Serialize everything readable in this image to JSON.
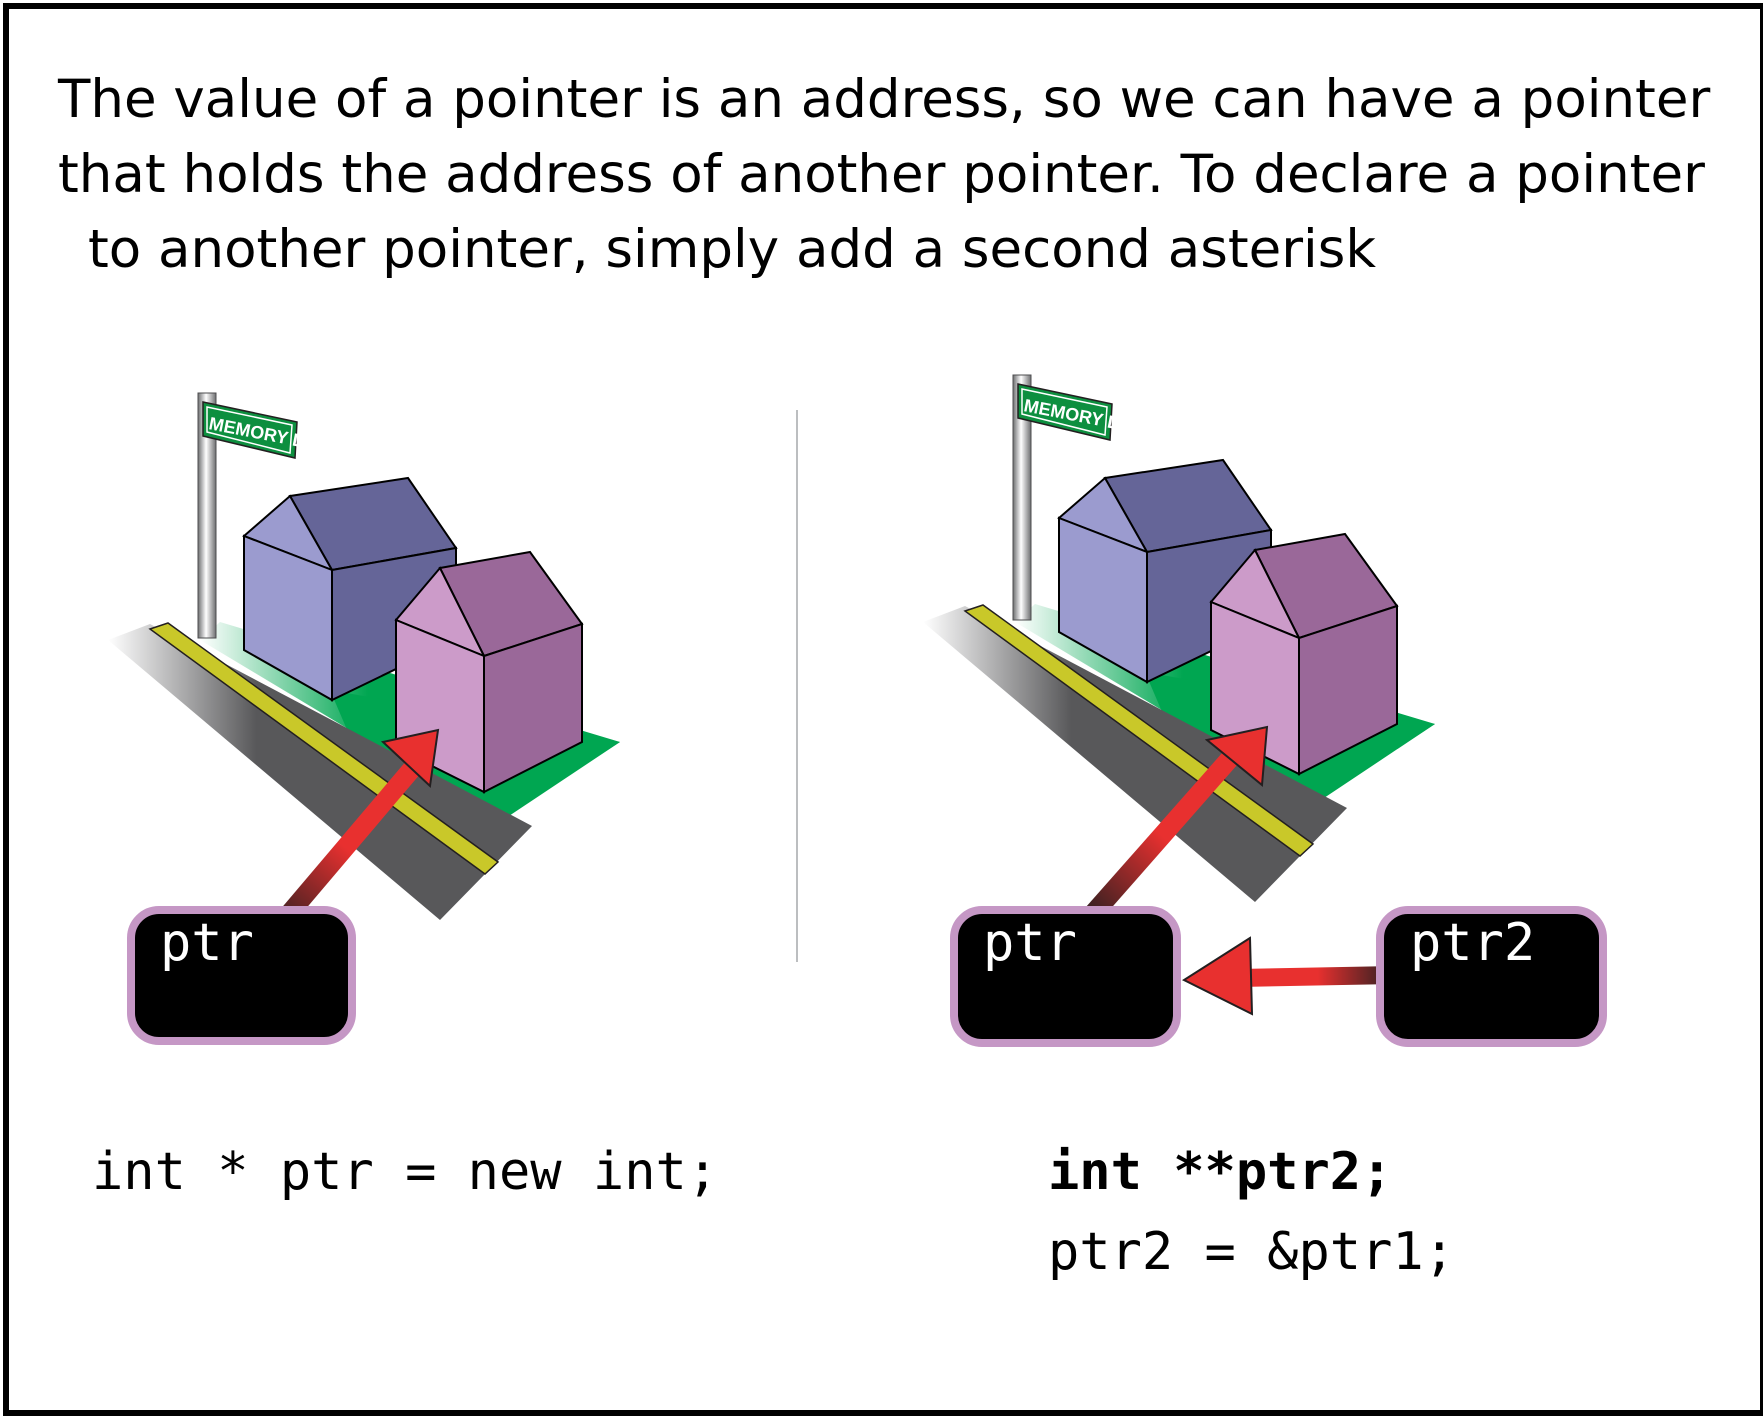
{
  "intro": {
    "line1": "The value of a pointer is an address, so we can have a pointer",
    "line2": "that holds the address of another pointer. To declare a pointer",
    "line3": "to another pointer,  simply add a second asterisk"
  },
  "left_panel": {
    "street_sign": "MEMORY LN",
    "pointer_box_label": "ptr",
    "code_line": "int * ptr = new int;"
  },
  "right_panel": {
    "street_sign": "MEMORY LN",
    "pointer_box_label": "ptr",
    "pointer2_box_label": "ptr2",
    "code_line_1": "int **ptr2;",
    "code_line_2": "ptr2 = &ptr1;"
  },
  "colors": {
    "road": "#58585a",
    "road_stripe": "#c9c829",
    "grass": "#00a651",
    "house_blue_light": "#9b9bcf",
    "house_blue_dark": "#656598",
    "house_pink_light": "#cc9bc9",
    "house_pink_dark": "#9a6899",
    "sign_green": "#0d8f3f",
    "arrow_red": "#e8302f",
    "box_border": "#c597c5"
  }
}
